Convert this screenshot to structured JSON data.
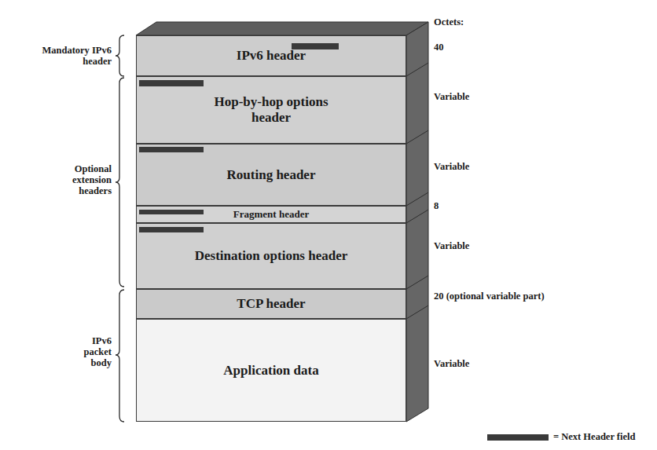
{
  "diagram": {
    "nodes": [
      {
        "text": [
          "IPv6 header"
        ]
      },
      {
        "text": [
          "Hop-by-hop options header"
        ]
      },
      {
        "text": [
          "Routing header"
        ]
      },
      {
        "text": [
          "Fragment header"
        ]
      },
      {
        "text": [
          "Destination options header"
        ]
      },
      {
        "text": [
          "TCP header"
        ]
      },
      {
        "text": [
          "Application data"
        ]
      }
    ],
    "labels": [
      "Mandatory IPv6 header",
      "Optional extension headers",
      "IPv6 packet body",
      "Octets:",
      "40",
      "Variable",
      "Variable",
      "8",
      "Variable",
      "20 (optional variable part)",
      "Variable"
    ],
    "legend": [
      {
        "text": "= Next Header field",
        "color": "#3a3a3a"
      }
    ]
  }
}
